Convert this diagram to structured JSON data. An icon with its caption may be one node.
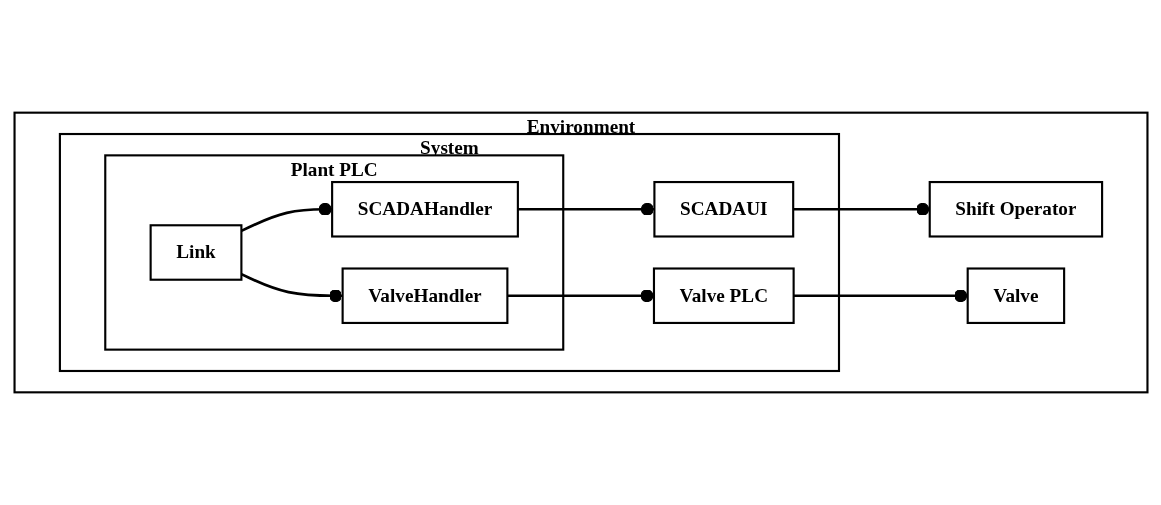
{
  "diagram": {
    "nodes": [
      {
        "text": [
          "Environment"
        ]
      },
      {
        "text": [
          "System"
        ],
        "in": 0
      },
      {
        "text": [
          "Plant PLC"
        ],
        "in": 1
      },
      {
        "text": [
          "Link"
        ],
        "in": 2
      },
      {
        "text": [
          "SCADAHandler"
        ],
        "in": 2
      },
      {
        "text": [
          "ValveHandler"
        ],
        "in": 2
      },
      {
        "text": [
          "SCADAUI"
        ],
        "in": 1
      },
      {
        "text": [
          "Valve PLC"
        ],
        "in": 1
      },
      {
        "text": [
          "Shift Operator"
        ],
        "in": 0
      },
      {
        "text": [
          "Valve"
        ],
        "in": 0
      }
    ],
    "edges": [
      {
        "from": 3,
        "to": 4,
        "arrow": "other"
      },
      {
        "from": 3,
        "to": 5,
        "arrow": "other"
      },
      {
        "from": 4,
        "to": 6,
        "arrow": "other"
      },
      {
        "from": 5,
        "to": 7,
        "arrow": "other"
      },
      {
        "from": 6,
        "to": 8,
        "arrow": "other"
      },
      {
        "from": 7,
        "to": 9,
        "arrow": "other"
      }
    ]
  }
}
